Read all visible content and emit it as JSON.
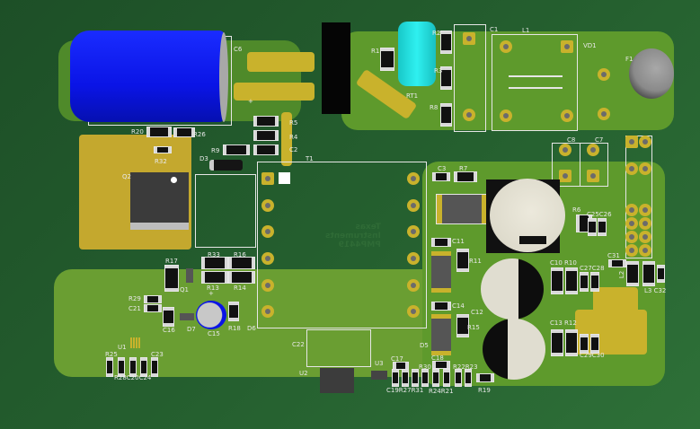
{
  "board": {
    "title": "PCB 3D View",
    "logo_text": [
      "Texas",
      "Instruments",
      "PMP4419"
    ],
    "colors": {
      "soldermask": "#1e5128",
      "copper": "#c9b22c",
      "pour": "#5e9a2c",
      "silkscreen": "#e6e6e6",
      "capacitor_c6": "#0a14e6",
      "thermistor": "#19d3d3"
    }
  },
  "labels": [
    "C6",
    "R1",
    "RT1",
    "R2",
    "R3",
    "R8",
    "C1",
    "L1",
    "VD1",
    "F1",
    "R5",
    "R4",
    "C2",
    "R20",
    "R26",
    "R32",
    "R9",
    "D3",
    "Q2",
    "T1",
    "C3",
    "R7",
    "C8",
    "C7",
    "R6",
    "C25C26",
    "C11",
    "R11",
    "C10 R10",
    "C27C28",
    "C31",
    "L2",
    "L3 C32",
    "C14",
    "C12",
    "R15",
    "D5",
    "C13 R12",
    "C29C30",
    "C17",
    "C18",
    "U3",
    "R30",
    "R22R23",
    "C19R27R31",
    "R24R21",
    "R19",
    "R17",
    "R33",
    "R16",
    "Q1",
    "R13",
    "R14",
    "R29",
    "C21",
    "C16",
    "D7",
    "C15",
    "R18",
    "D6",
    "U1",
    "R25",
    "C23",
    "R28C20C24",
    "C22",
    "U2",
    "+",
    "+"
  ]
}
